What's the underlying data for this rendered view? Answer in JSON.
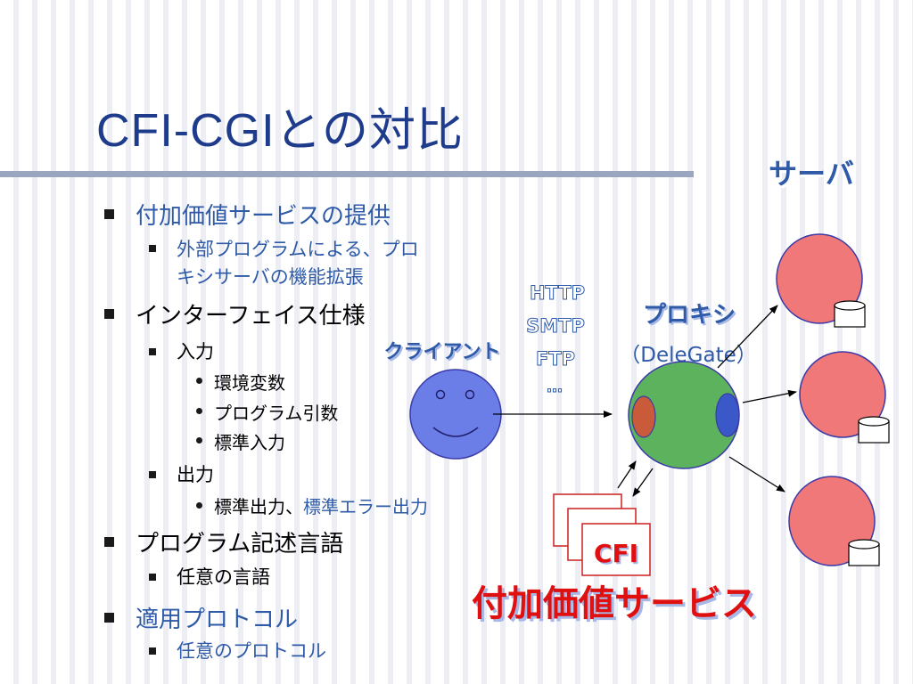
{
  "slide": {
    "title": "CFI-CGIとの対比",
    "bullets": {
      "b1": "付加価値サービスの提供",
      "b1_1a": "外部プログラムによる、プロ",
      "b1_1b": "キシサーバの機能拡張",
      "b2": "インターフェイス仕様",
      "b2_1": "入力",
      "b2_1_1": "環境変数",
      "b2_1_2": "プログラム引数",
      "b2_1_3": "標準入力",
      "b2_2": "出力",
      "b2_2_1a": "標準出力、",
      "b2_2_1b": "標準エラー出力",
      "b3": "プログラム記述言語",
      "b3_1": "任意の言語",
      "b4": "適用プロトコル",
      "b4_1": "任意のプロトコル"
    }
  },
  "diagram": {
    "server_label": "サーバ",
    "client_label": "クライアント",
    "protocols": [
      "HTTP",
      "SMTP",
      "FTP",
      "…"
    ],
    "proxy_label": "プロキシ",
    "proxy_name": "（DeleGate）",
    "cfi_label": "CFI",
    "value_added_label": "付加価値サービス"
  },
  "colors": {
    "title": "#1f3b8c",
    "blue_text": "#2e5aa8",
    "client_face": "#6b7ee8",
    "proxy_body": "#5db35d",
    "server_circle": "#f07878",
    "cfi_red": "#e01010"
  }
}
